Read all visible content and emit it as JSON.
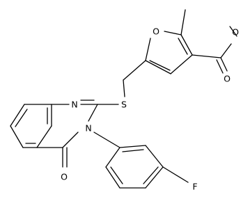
{
  "structure": {
    "atoms": {
      "O_furan": "O",
      "O_carbonyl_ester": "O",
      "O_ester": "O",
      "S": "S",
      "N1": "N",
      "N3": "N",
      "O_quinazolinone": "O",
      "F": "F"
    }
  },
  "colors": {
    "bond": "#000000",
    "label": "#000000",
    "background": "#ffffff"
  }
}
